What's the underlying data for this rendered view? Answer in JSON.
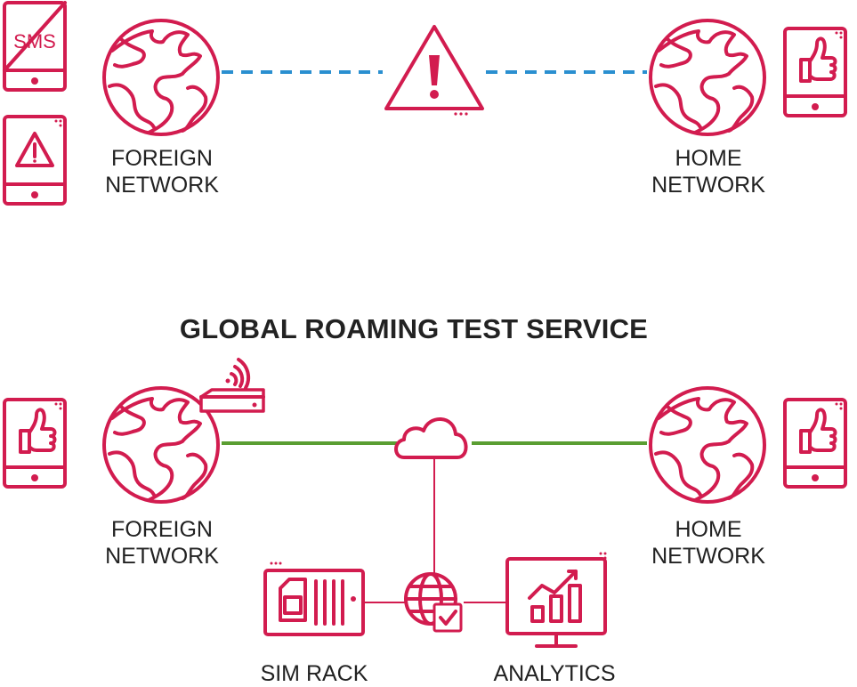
{
  "top": {
    "sms_text": "SMS",
    "foreign_label_line1": "FOREIGN",
    "foreign_label_line2": "NETWORK",
    "home_label_line1": "HOME",
    "home_label_line2": "NETWORK"
  },
  "title": "GLOBAL ROAMING TEST SERVICE",
  "bottom": {
    "foreign_label_line1": "FOREIGN",
    "foreign_label_line2": "NETWORK",
    "home_label_line1": "HOME",
    "home_label_line2": "NETWORK",
    "sim_rack_label": "SIM RACK",
    "analytics_label": "ANALYTICS"
  },
  "colors": {
    "accent": "#d21c4f",
    "dashed_link": "#2a8fd0",
    "solid_link": "#5a9e32",
    "text": "#222222"
  }
}
